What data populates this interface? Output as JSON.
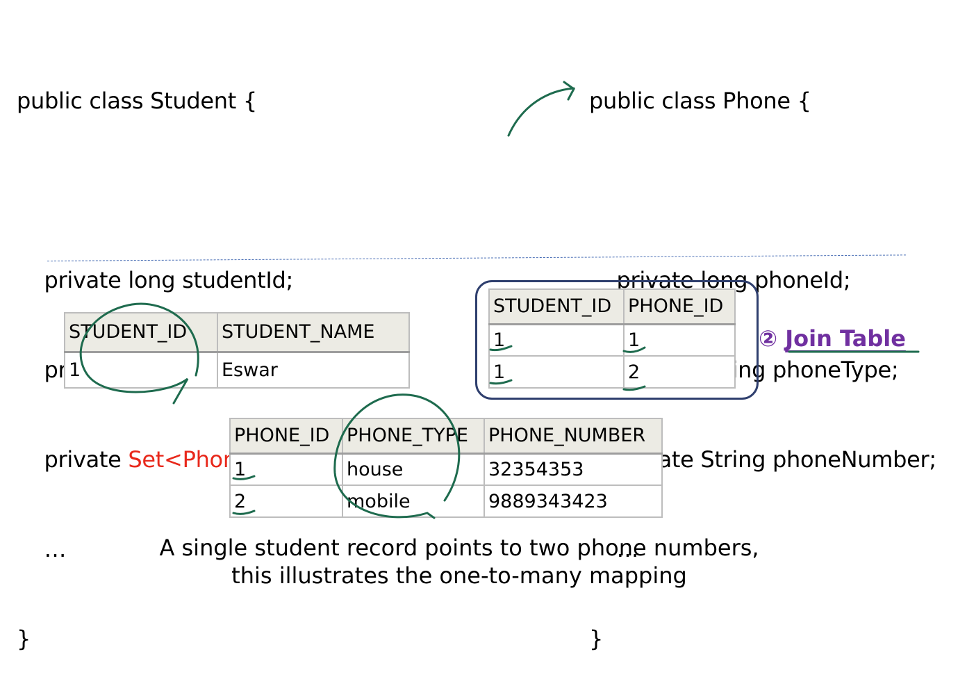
{
  "student_class": {
    "lines": [
      "public class Student {",
      "",
      "    private long studentId;",
      "    private String studentName;",
      "    private ",
      "    …",
      "}"
    ],
    "highlight_prefix": "    private ",
    "highlight": "Set<Phone> studentPhoneNumbers",
    "highlight_suffix": " ;"
  },
  "phone_class": {
    "lines": [
      "public class Phone {",
      "",
      "    private long phoneId;",
      "    private String phoneType;",
      "    private String phoneNumber;",
      "    …",
      "}"
    ]
  },
  "student_table": {
    "headers": [
      "STUDENT_ID",
      "STUDENT_NAME"
    ],
    "rows": [
      [
        "1",
        "Eswar"
      ]
    ]
  },
  "join_table": {
    "headers": [
      "STUDENT_ID",
      "PHONE_ID"
    ],
    "rows": [
      [
        "1",
        "1"
      ],
      [
        "1",
        "2"
      ]
    ],
    "label_marker": "②",
    "label": "Join Table"
  },
  "phone_table": {
    "headers": [
      "PHONE_ID",
      "PHONE_TYPE",
      "PHONE_NUMBER"
    ],
    "rows": [
      [
        "1",
        "house",
        "32354353"
      ],
      [
        "2",
        "mobile",
        "9889343423"
      ]
    ]
  },
  "caption": {
    "line1": "A single student record points to two phone numbers,",
    "line2": "this illustrates the one-to-many mapping"
  },
  "colors": {
    "highlight": "#e8281b",
    "annotation": "#1e6b4e",
    "join_label": "#7030a0",
    "box": "#2f3f6e"
  }
}
